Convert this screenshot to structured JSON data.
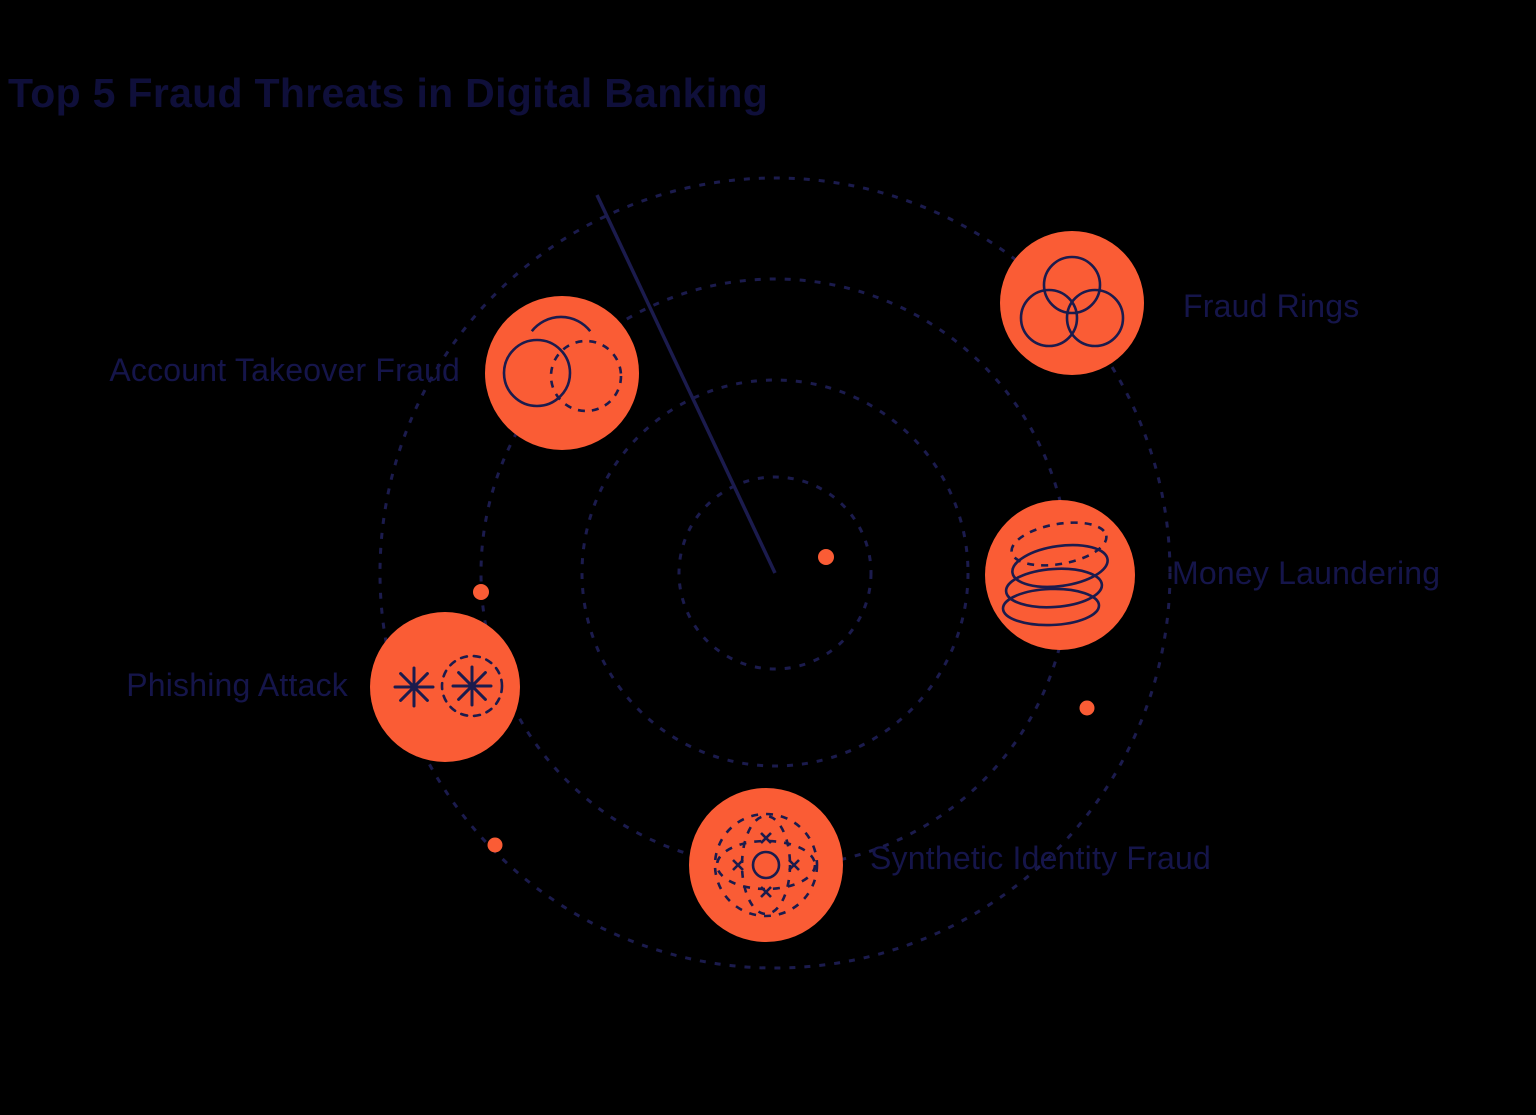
{
  "title": "Top 5 Fraud Threats in Digital Banking",
  "colors": {
    "accent_orange": "#FA5C35",
    "ink_navy": "#15154A",
    "stroke_navy": "#1B1B4D",
    "background": "#000000"
  },
  "radar": {
    "ring_count": 4,
    "blip_count": 4
  },
  "threats": [
    {
      "id": "account-takeover-fraud",
      "label": "Account Takeover Fraud",
      "icon": "account-takeover-icon"
    },
    {
      "id": "fraud-rings",
      "label": "Fraud Rings",
      "icon": "fraud-rings-icon"
    },
    {
      "id": "money-laundering",
      "label": "Money Laundering",
      "icon": "money-laundering-icon"
    },
    {
      "id": "phishing-attack",
      "label": "Phishing Attack",
      "icon": "phishing-attack-icon"
    },
    {
      "id": "synthetic-identity-fraud",
      "label": "Synthetic Identity Fraud",
      "icon": "synthetic-identity-icon"
    }
  ]
}
